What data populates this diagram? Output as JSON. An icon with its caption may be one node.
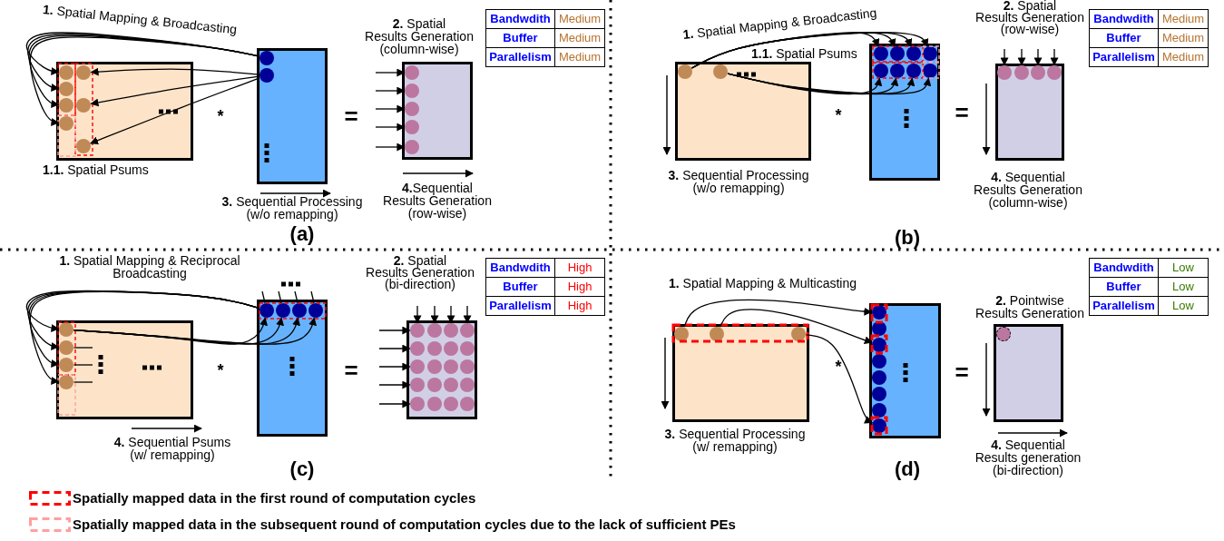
{
  "diagram": {
    "nodes": [
      {
        "text": [],
        "shape": "box"
      },
      {
        "text": [],
        "shape": "circle",
        "in": 0
      },
      {
        "text": [],
        "shape": "circle",
        "in": 0
      },
      {
        "text": [],
        "shape": "circle",
        "in": 0
      },
      {
        "text": [],
        "shape": "circle",
        "in": 0
      },
      {
        "text": [],
        "shape": "circle",
        "in": 0
      },
      {
        "text": [],
        "shape": "circle",
        "in": 0
      },
      {
        "text": [],
        "shape": "circle",
        "in": 0
      },
      {
        "text": [],
        "shape": "box"
      },
      {
        "text": [],
        "shape": "circle",
        "in": 8
      },
      {
        "text": [],
        "shape": "circle",
        "in": 8
      },
      {
        "text": [],
        "shape": "box"
      },
      {
        "text": [],
        "shape": "circle",
        "in": 11
      },
      {
        "text": [],
        "shape": "circle",
        "in": 11
      },
      {
        "text": [],
        "shape": "circle",
        "in": 11
      },
      {
        "text": [],
        "shape": "circle",
        "in": 11
      },
      {
        "text": [],
        "shape": "circle",
        "in": 11
      },
      {
        "text": [],
        "shape": "box"
      },
      {
        "text": [],
        "shape": "circle",
        "in": 17
      },
      {
        "text": [],
        "shape": "circle",
        "in": 17
      },
      {
        "text": [],
        "shape": "box"
      },
      {
        "text": [],
        "shape": "circle",
        "in": 20
      },
      {
        "text": [],
        "shape": "circle",
        "in": 20
      },
      {
        "text": [],
        "shape": "circle",
        "in": 20
      },
      {
        "text": [],
        "shape": "circle",
        "in": 20
      },
      {
        "text": [],
        "shape": "circle",
        "in": 20
      },
      {
        "text": [],
        "shape": "circle",
        "in": 20
      },
      {
        "text": [],
        "shape": "circle",
        "in": 20
      },
      {
        "text": [],
        "shape": "circle",
        "in": 20
      },
      {
        "text": [],
        "shape": "box"
      },
      {
        "text": [],
        "shape": "circle",
        "in": 29
      },
      {
        "text": [],
        "shape": "circle",
        "in": 29
      },
      {
        "text": [],
        "shape": "circle",
        "in": 29
      },
      {
        "text": [],
        "shape": "circle",
        "in": 29
      },
      {
        "text": [],
        "shape": "box"
      },
      {
        "text": [],
        "shape": "circle",
        "in": 34
      },
      {
        "text": [],
        "shape": "circle",
        "in": 34
      },
      {
        "text": [],
        "shape": "circle",
        "in": 34
      },
      {
        "text": [],
        "shape": "circle",
        "in": 34
      },
      {
        "text": [],
        "shape": "box"
      },
      {
        "text": [],
        "shape": "circle",
        "in": 39
      },
      {
        "text": [],
        "shape": "circle",
        "in": 39
      },
      {
        "text": [],
        "shape": "circle",
        "in": 39
      },
      {
        "text": [],
        "shape": "circle",
        "in": 39
      },
      {
        "text": [],
        "shape": "box"
      },
      {
        "text": [],
        "shape": "circle",
        "in": 44
      },
      {
        "text": [],
        "shape": "circle",
        "in": 44
      },
      {
        "text": [],
        "shape": "circle",
        "in": 44
      },
      {
        "text": [],
        "shape": "circle",
        "in": 44
      },
      {
        "text": [],
        "shape": "circle",
        "in": 44
      },
      {
        "text": [],
        "shape": "circle",
        "in": 44
      },
      {
        "text": [],
        "shape": "circle",
        "in": 44
      },
      {
        "text": [],
        "shape": "circle",
        "in": 44
      },
      {
        "text": [],
        "shape": "circle",
        "in": 44
      },
      {
        "text": [],
        "shape": "circle",
        "in": 44
      },
      {
        "text": [],
        "shape": "circle",
        "in": 44
      },
      {
        "text": [],
        "shape": "circle",
        "in": 44
      },
      {
        "text": [],
        "shape": "circle",
        "in": 44
      },
      {
        "text": [],
        "shape": "circle",
        "in": 44
      },
      {
        "text": [],
        "shape": "circle",
        "in": 44
      },
      {
        "text": [],
        "shape": "circle",
        "in": 44
      },
      {
        "text": [],
        "shape": "circle",
        "in": 44
      },
      {
        "text": [],
        "shape": "circle",
        "in": 44
      },
      {
        "text": [],
        "shape": "circle",
        "in": 44
      },
      {
        "text": [],
        "shape": "circle",
        "in": 44
      },
      {
        "text": [],
        "shape": "box"
      },
      {
        "text": [],
        "shape": "circle",
        "in": 65
      },
      {
        "text": [],
        "shape": "circle",
        "in": 65
      },
      {
        "text": [],
        "shape": "circle",
        "in": 65
      },
      {
        "text": [],
        "shape": "box"
      },
      {
        "text": [],
        "shape": "circle",
        "in": 69
      },
      {
        "text": [],
        "shape": "circle",
        "in": 69
      },
      {
        "text": [],
        "shape": "circle",
        "in": 69
      },
      {
        "text": [],
        "shape": "circle",
        "in": 69
      },
      {
        "text": [],
        "shape": "circle",
        "in": 69
      },
      {
        "text": [],
        "shape": "circle",
        "in": 69
      },
      {
        "text": [],
        "shape": "circle",
        "in": 69
      },
      {
        "text": [],
        "shape": "circle",
        "in": 69
      },
      {
        "text": [],
        "shape": "box"
      },
      {
        "text": [],
        "shape": "circle",
        "in": 78
      }
    ],
    "edges": [
      {
        "from": 9,
        "to": 1,
        "arrow": "to"
      },
      {
        "from": 9,
        "to": 2,
        "arrow": "to"
      },
      {
        "from": 9,
        "to": 3,
        "arrow": "to"
      },
      {
        "from": 9,
        "to": 4,
        "arrow": "to"
      },
      {
        "from": 10,
        "to": 5,
        "arrow": "to"
      },
      {
        "from": 10,
        "to": 6,
        "arrow": "to"
      },
      {
        "from": 10,
        "to": 7,
        "arrow": "to"
      },
      {
        "from": null,
        "to": 12,
        "arrow": "to"
      },
      {
        "from": null,
        "to": 13,
        "arrow": "to"
      },
      {
        "from": null,
        "to": 14,
        "arrow": "to"
      },
      {
        "from": null,
        "to": 15,
        "arrow": "to"
      },
      {
        "from": null,
        "to": 16,
        "arrow": "to"
      },
      {
        "from": 18,
        "to": 21,
        "arrow": "to"
      },
      {
        "from": 18,
        "to": 22,
        "arrow": "to"
      },
      {
        "from": 18,
        "to": 23,
        "arrow": "to"
      },
      {
        "from": 18,
        "to": 24,
        "arrow": "to"
      },
      {
        "from": 19,
        "to": 25,
        "arrow": "to"
      },
      {
        "from": 19,
        "to": 26,
        "arrow": "to"
      },
      {
        "from": 19,
        "to": 27,
        "arrow": "to"
      },
      {
        "from": 19,
        "to": 28,
        "arrow": "to"
      },
      {
        "from": null,
        "to": 30,
        "arrow": "to"
      },
      {
        "from": null,
        "to": 31,
        "arrow": "to"
      },
      {
        "from": null,
        "to": 32,
        "arrow": "to"
      },
      {
        "from": null,
        "to": 33,
        "arrow": "to"
      },
      {
        "from": 40,
        "to": 35,
        "arrow": "to"
      },
      {
        "from": 40,
        "to": 36,
        "arrow": "to"
      },
      {
        "from": 40,
        "to": 37,
        "arrow": "to"
      },
      {
        "from": 40,
        "to": 38,
        "arrow": "to"
      },
      {
        "from": 35,
        "to": 40,
        "arrow": "to"
      },
      {
        "from": 35,
        "to": 41,
        "arrow": "to"
      },
      {
        "from": 35,
        "to": 42,
        "arrow": "to"
      },
      {
        "from": 35,
        "to": 43,
        "arrow": "to"
      },
      {
        "from": 36,
        "to": null,
        "arrow": "none"
      },
      {
        "from": 37,
        "to": null,
        "arrow": "none"
      },
      {
        "from": 38,
        "to": null,
        "arrow": "none"
      },
      {
        "from": null,
        "to": 40,
        "arrow": "none"
      },
      {
        "from": null,
        "to": 41,
        "arrow": "none"
      },
      {
        "from": null,
        "to": 42,
        "arrow": "none"
      },
      {
        "from": null,
        "to": 43,
        "arrow": "none"
      },
      {
        "from": null,
        "to": 45,
        "arrow": "to"
      },
      {
        "from": null,
        "to": 46,
        "arrow": "to"
      },
      {
        "from": null,
        "to": 47,
        "arrow": "to"
      },
      {
        "from": null,
        "to": 48,
        "arrow": "to"
      },
      {
        "from": null,
        "to": 45,
        "arrow": "to"
      },
      {
        "from": null,
        "to": 49,
        "arrow": "to"
      },
      {
        "from": null,
        "to": 53,
        "arrow": "to"
      },
      {
        "from": null,
        "to": 57,
        "arrow": "to"
      },
      {
        "from": null,
        "to": 61,
        "arrow": "to"
      },
      {
        "from": 66,
        "to": 70,
        "arrow": "to"
      },
      {
        "from": 67,
        "to": 72,
        "arrow": "to"
      },
      {
        "from": 68,
        "to": 77,
        "arrow": "to"
      }
    ],
    "labels": [
      "**1.** Spatial Mapping & Broadcasting",
      "**2.** Spatial Results Generation (column-wise)",
      "Bandwdith",
      "Medium",
      "Buffer",
      "Medium",
      "Parallelism",
      "Medium",
      "*",
      "=",
      "**1.1.** Spatial Psums",
      "**3.** Sequential Processing (w/o remapping)",
      "**4.**Sequential Results Generation (row-wise)",
      "(a)",
      "**1.** Spatial Mapping & Broadcasting",
      "**2.** Spatial Results Generation (row-wise)",
      "Bandwdith",
      "Medium",
      "Buffer",
      "Medium",
      "Parallelism",
      "Medium",
      "**1.1.** Spatial Psums",
      "*",
      "=",
      "**3.** Sequential Processing (w/o remapping)",
      "**4.** Sequential Results Generation (column-wise)",
      "(b)",
      "**1.** Spatial Mapping & Reciprocal Broadcasting",
      "**2.** Spatial Results Generation (bi-direction)",
      "Bandwdith",
      "High",
      "Buffer",
      "High",
      "Parallelism",
      "High",
      "*",
      "=",
      "**4.** Sequential Psums (w/ remapping)",
      "(c)",
      "Bandwdith",
      "Low",
      "Buffer",
      "Low",
      "Parallelism",
      "Low",
      "**1.** Spatial Mapping & Multicasting",
      "**2.** Pointwise Results Generation",
      "*",
      "=",
      "**3.** Sequential Processing (w/ remapping)",
      "**4.** Sequential Results generation (bi-direction)",
      "(d)"
    ],
    "legend": [
      {
        "text": "Spatially mapped data in the first round of computation cycles"
      },
      {
        "text": "Spatially mapped data in the subsequent round of computation cycles due to the lack of sufficient PEs"
      }
    ]
  }
}
